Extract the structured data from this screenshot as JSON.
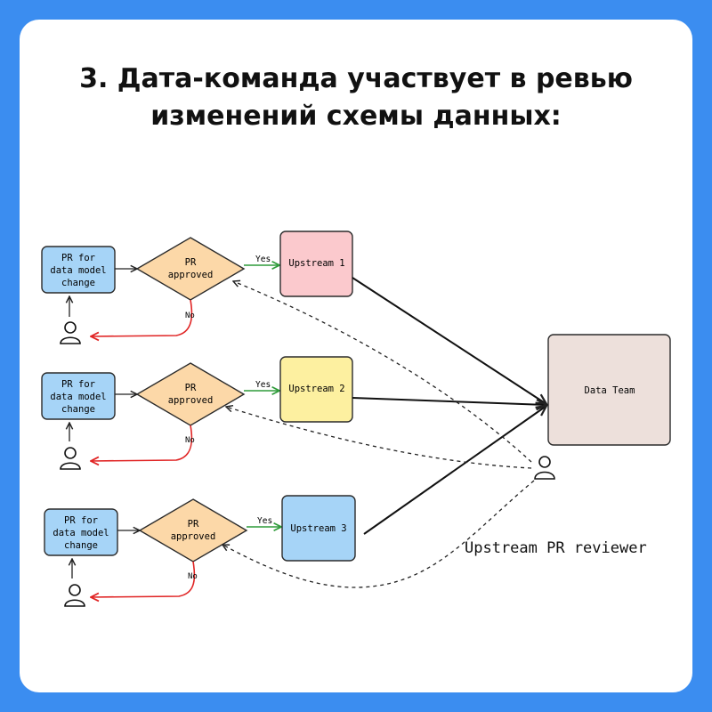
{
  "title": {
    "line1": "3. Дата-команда участвует в ревью",
    "line2": "изменений схемы данных:"
  },
  "colors": {
    "background": "#3b8df0",
    "card": "#ffffff",
    "pr_box": "#a6d4f7",
    "diamond": "#fcd8a8",
    "upstream1": "#fbc9cd",
    "upstream2": "#fdf0a0",
    "upstream3": "#a6d4f7",
    "data_team": "#ede0db",
    "yes_arrow": "#2f9b3a",
    "no_arrow": "#e02424"
  },
  "flows": [
    {
      "pr_box": {
        "line1": "PR for",
        "line2": "data model",
        "line3": "change"
      },
      "decision": {
        "line1": "PR",
        "line2": "approved"
      },
      "yes_label": "Yes",
      "no_label": "No",
      "upstream": "Upstream 1"
    },
    {
      "pr_box": {
        "line1": "PR for",
        "line2": "data model",
        "line3": "change"
      },
      "decision": {
        "line1": "PR",
        "line2": "approved"
      },
      "yes_label": "Yes",
      "no_label": "No",
      "upstream": "Upstream 2"
    },
    {
      "pr_box": {
        "line1": "PR for",
        "line2": "data model",
        "line3": "change"
      },
      "decision": {
        "line1": "PR",
        "line2": "approved"
      },
      "yes_label": "Yes",
      "no_label": "No",
      "upstream": "Upstream 3"
    }
  ],
  "data_team": "Data Team",
  "reviewer_label": "Upstream PR reviewer",
  "icons": [
    "person-icon",
    "reviewer-person-icon"
  ]
}
